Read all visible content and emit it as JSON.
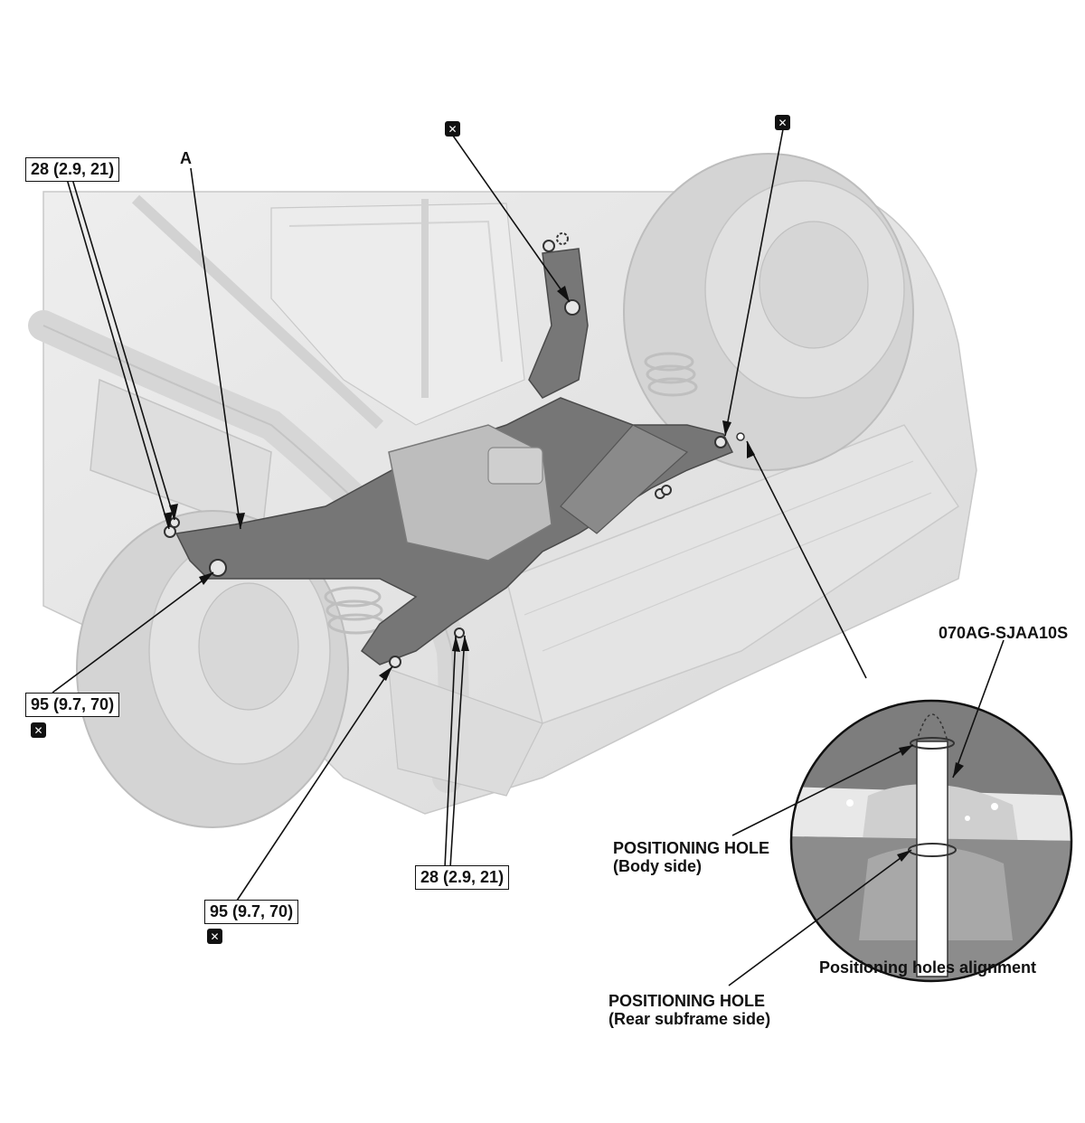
{
  "callouts": {
    "torque_top_left": "28 (2.9, 21)",
    "part_a": "A",
    "torque_left_lower": "95 (9.7, 70)",
    "torque_bottom_center": "95 (9.7, 70)",
    "torque_bottom_mid": "28 (2.9, 21)",
    "tool_number": "070AG-SJAA10S",
    "hole_body_line1": "POSITIONING HOLE",
    "hole_body_line2": "(Body side)",
    "hole_subframe_line1": "POSITIONING HOLE",
    "hole_subframe_line2": "(Rear subframe side)",
    "inset_caption": "Positioning holes alignment"
  },
  "icons": {
    "replace": "replace-part-icon"
  },
  "colors": {
    "line": "#111111",
    "body_fill": "#e6e6e6",
    "subframe_fill": "#6e6e6e",
    "tire_fill": "#d2d2d2"
  }
}
